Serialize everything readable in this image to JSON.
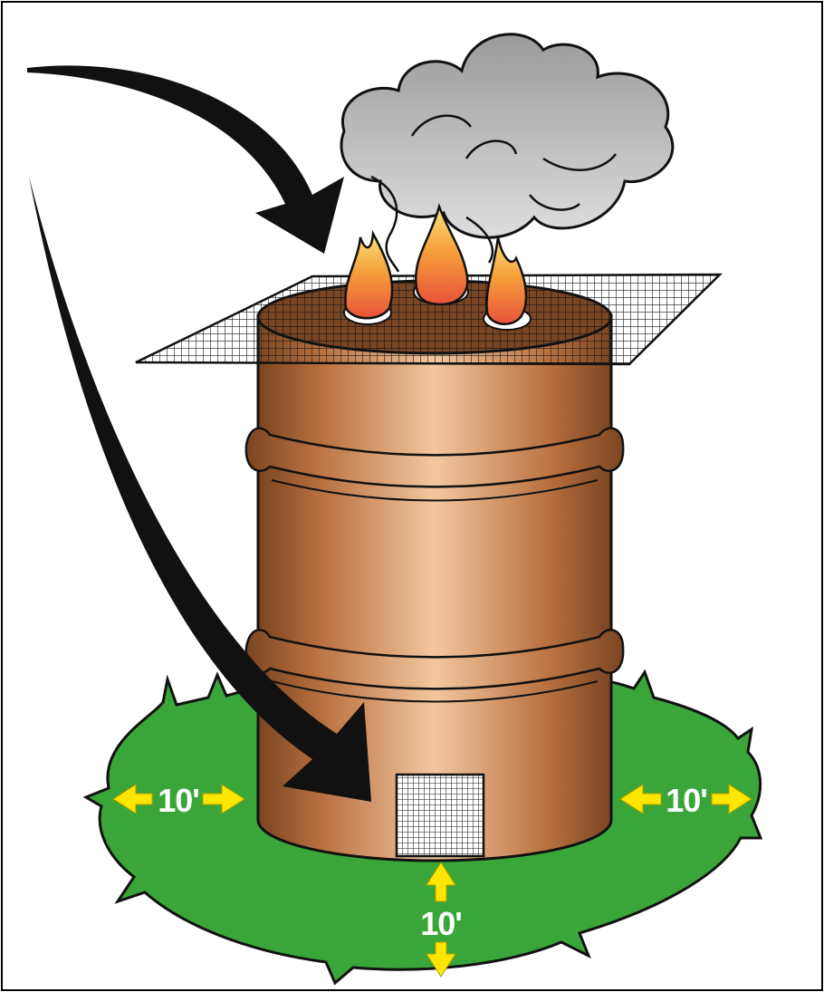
{
  "clearance": {
    "left_label": "10'",
    "right_label": "10'",
    "front_label": "10'"
  },
  "colors": {
    "grass": "#3aa63a",
    "barrel": "#c98652",
    "barrel_highlight": "#f2c7a0",
    "barrel_shadow": "#7a4522",
    "arrow": "#ffe600",
    "smoke": "#b5b5b5",
    "flame_outer": "#f6b23a",
    "flame_inner": "#e8523a",
    "screen": "#1a1a1a"
  },
  "icons": {
    "top_arrow": "curved-arrow-to-top-screen-icon",
    "bottom_arrow": "curved-arrow-to-vent-screen-icon"
  }
}
